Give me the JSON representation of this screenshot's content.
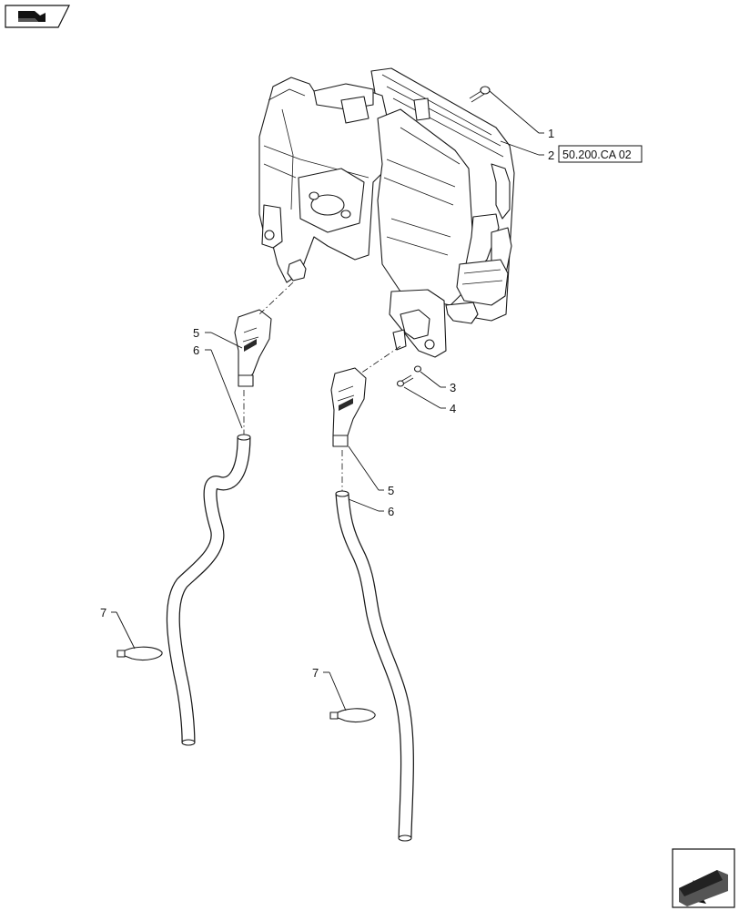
{
  "diagram": {
    "reference_code": "50.200.CA 02",
    "callouts": [
      {
        "id": "c1",
        "label": "1"
      },
      {
        "id": "c2",
        "label": "2"
      },
      {
        "id": "c3",
        "label": "3"
      },
      {
        "id": "c4",
        "label": "4"
      },
      {
        "id": "c5a",
        "label": "5"
      },
      {
        "id": "c6a",
        "label": "6"
      },
      {
        "id": "c5b",
        "label": "5"
      },
      {
        "id": "c6b",
        "label": "6"
      },
      {
        "id": "c7a",
        "label": "7"
      },
      {
        "id": "c7b",
        "label": "7"
      }
    ]
  },
  "icons": {
    "top_left": "book-arrow-icon",
    "bottom_right": "navigation-arrow-icon"
  }
}
